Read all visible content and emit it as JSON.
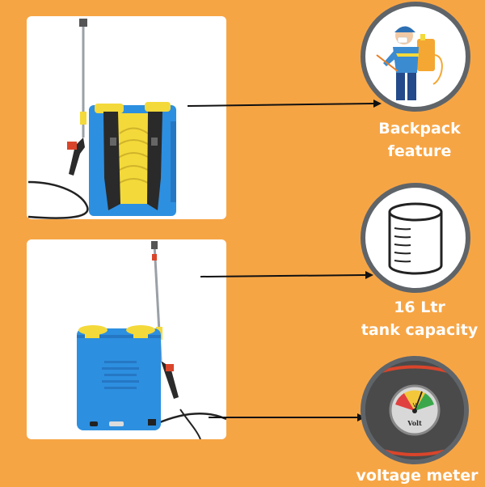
{
  "features": [
    {
      "icon": "backpack-sprayer-person-icon",
      "caption_lines": [
        "Backpack",
        "feature"
      ]
    },
    {
      "icon": "cylindrical-tank-icon",
      "caption_lines": [
        "16 Ltr",
        "tank capacity"
      ]
    },
    {
      "icon": "voltage-meter-icon",
      "caption_lines": [
        "voltage meter"
      ]
    }
  ],
  "meter": {
    "needle_label": "V",
    "dial_label": "Volt"
  },
  "colors": {
    "background": "#f6a545",
    "tank_blue": "#2d8fe0",
    "cap_yellow": "#f4d93a",
    "circle_border": "#5f6469",
    "caption": "#ffffff"
  }
}
